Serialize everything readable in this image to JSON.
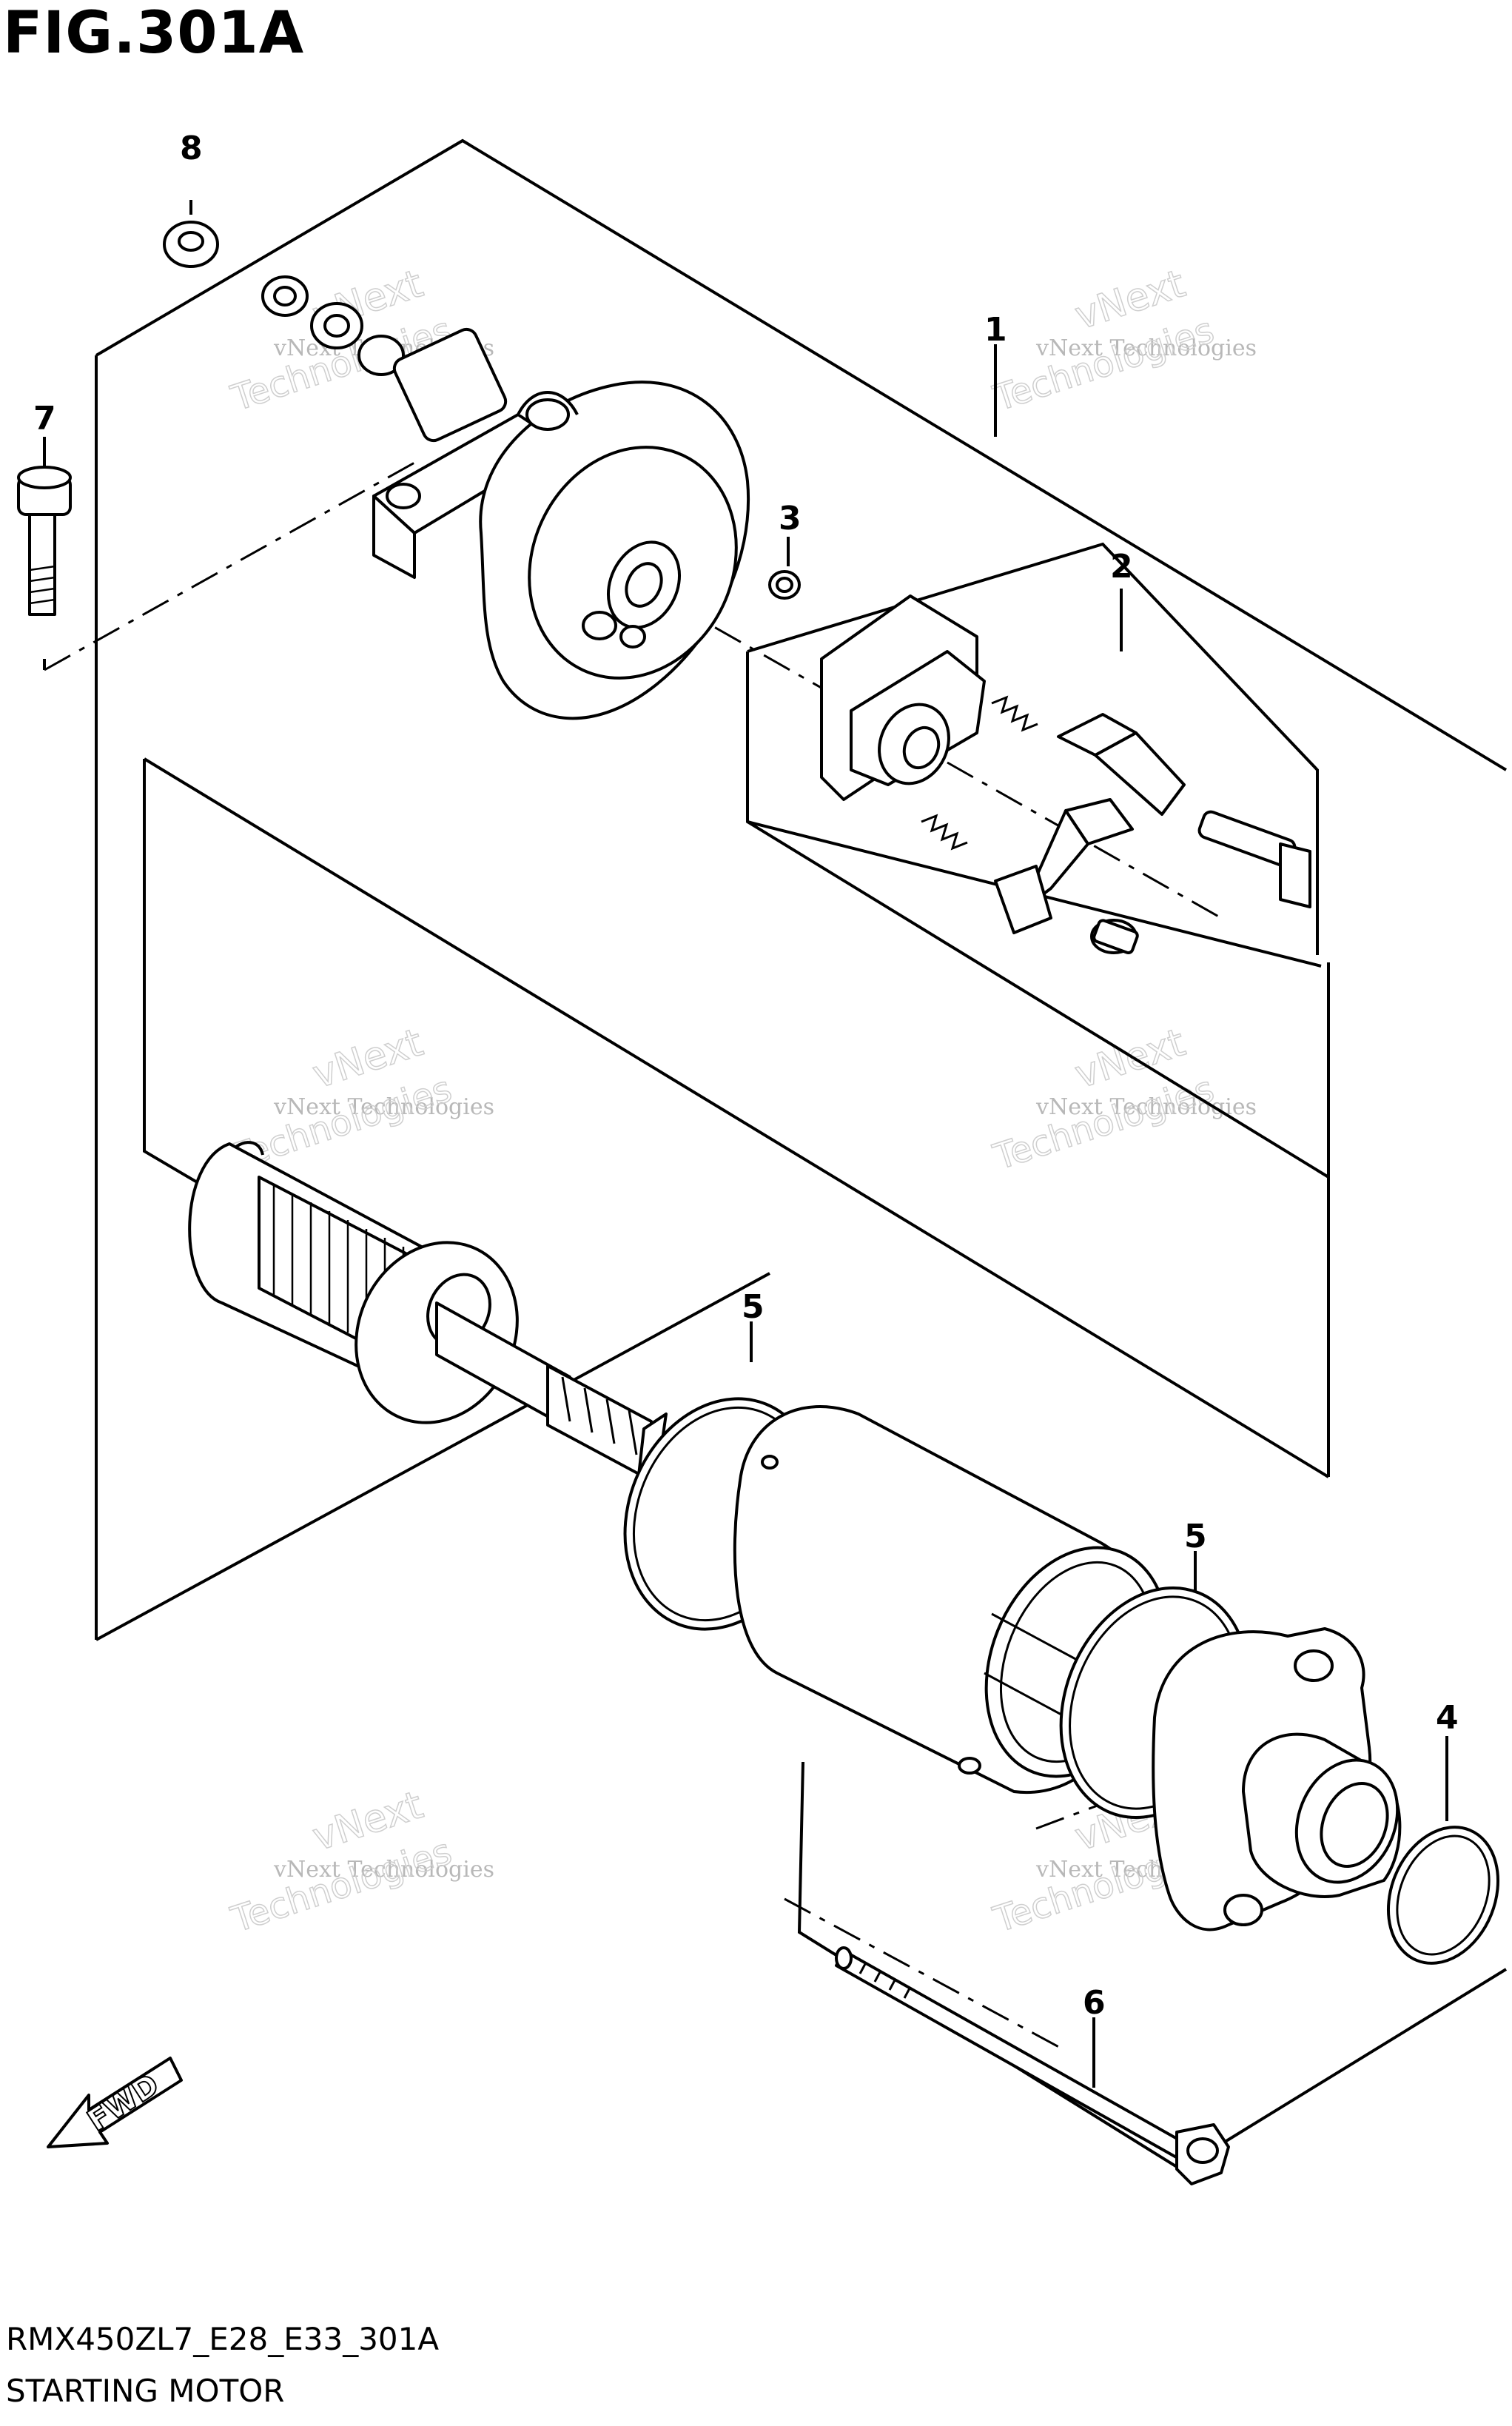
{
  "figure": {
    "title": "FIG.301A",
    "code": "RMX450ZL7_E28_E33_301A",
    "name": "STARTING MOTOR"
  },
  "callouts": [
    {
      "id": "1"
    },
    {
      "id": "2"
    },
    {
      "id": "3"
    },
    {
      "id": "4"
    },
    {
      "id": "5a",
      "label": "5"
    },
    {
      "id": "5b",
      "label": "5"
    },
    {
      "id": "6"
    },
    {
      "id": "7"
    },
    {
      "id": "8"
    }
  ],
  "labels": {
    "c1": "1",
    "c2": "2",
    "c3": "3",
    "c4": "4",
    "c5a": "5",
    "c5b": "5",
    "c6": "6",
    "c7": "7",
    "c8": "8"
  },
  "fwd_label": "FWD",
  "watermark": {
    "line1": "vNext Technologies",
    "line2": "vNext",
    "line3": "Technologies"
  }
}
